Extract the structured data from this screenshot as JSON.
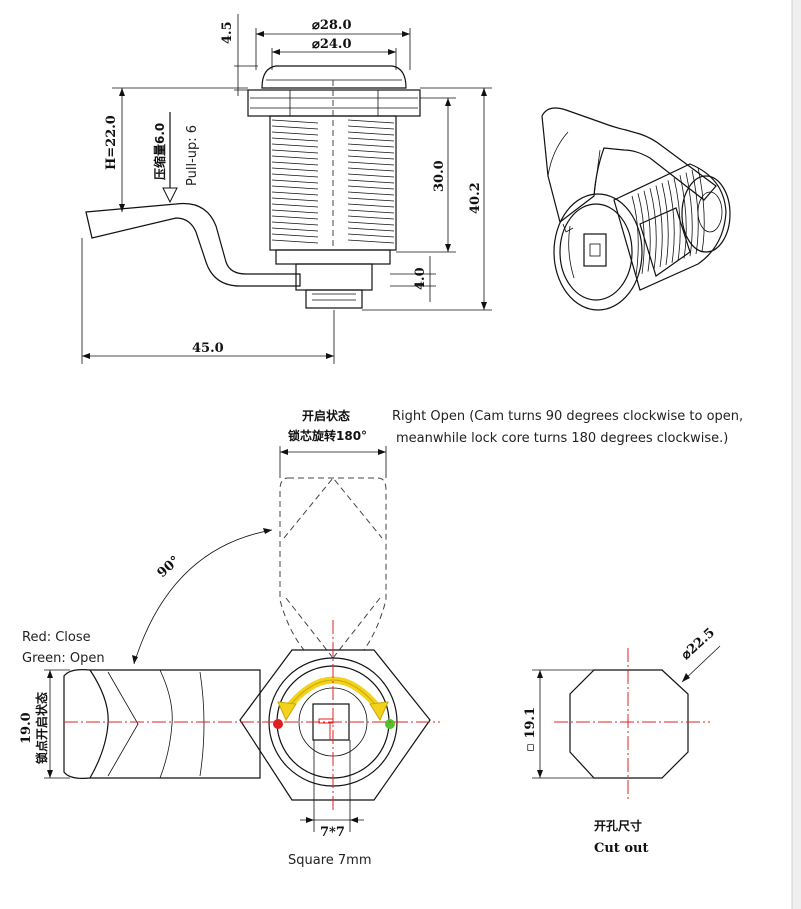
{
  "side_view": {
    "dim_outer_diameter": "⌀28.0",
    "dim_inner_diameter": "⌀24.0",
    "dim_flange": "4.5",
    "dim_height_label": "H=22.0",
    "dim_pressure_cn": "压缩量6.0",
    "dim_pullup": "Pull-up: 6",
    "dim_thread": "30.0",
    "dim_total": "40.2",
    "dim_cam_thickness": "4.0",
    "dim_cam_length": "45.0"
  },
  "front_view": {
    "open_state_cn_1": "开启状态",
    "open_state_cn_2": "锁芯旋转180°",
    "note_line_1": "Right Open (Cam turns 90 degrees clockwise to open,",
    "note_line_2": "meanwhile lock core turns 180 degrees clockwise.)",
    "angle": "90°",
    "legend_red": "Red: Close",
    "legend_green": "Green: Open",
    "dim_width": "19.0",
    "indicator_cn": "锁点开启状态",
    "dim_square": "7*7",
    "square_label": "Square 7mm"
  },
  "cutout": {
    "dim_diameter": "⌀22.5",
    "dim_flat": "▫ 19.1",
    "title_cn": "开孔尺寸",
    "title_en": "Cut out"
  },
  "colors": {
    "close_indicator": "#e02020",
    "open_indicator": "#4cc62a",
    "rotation_arrow": "#f2d21a",
    "centerline": "#e02020"
  }
}
